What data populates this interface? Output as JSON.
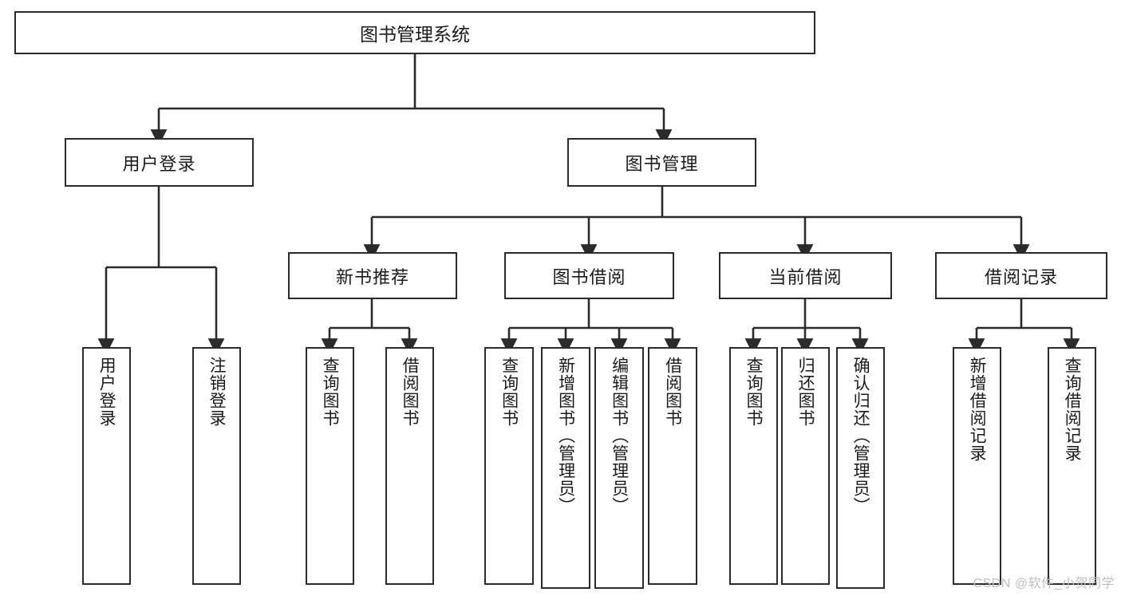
{
  "diagram": {
    "title": "图书管理系统",
    "type": "hierarchy-tree",
    "root": {
      "label": "图书管理系统"
    },
    "tier2": [
      {
        "label": "用户登录"
      },
      {
        "label": "图书管理"
      }
    ],
    "tier3": [
      {
        "label": "新书推荐"
      },
      {
        "label": "图书借阅"
      },
      {
        "label": "当前借阅"
      },
      {
        "label": "借阅记录"
      }
    ],
    "leaves": {
      "user_login": [
        {
          "label": "用户登录"
        },
        {
          "label": "注销登录"
        }
      ],
      "new_book_recommend": [
        {
          "label": "查询图书"
        },
        {
          "label": "借阅图书"
        }
      ],
      "book_borrow": [
        {
          "label": "查询图书"
        },
        {
          "label": "新增图书（管理员）"
        },
        {
          "label": "编辑图书（管理员）"
        },
        {
          "label": "借阅图书"
        }
      ],
      "current_borrow": [
        {
          "label": "查询图书"
        },
        {
          "label": "归还图书"
        },
        {
          "label": "确认归还（管理员）"
        }
      ],
      "borrow_record": [
        {
          "label": "新增借阅记录"
        },
        {
          "label": "查询借阅记录"
        }
      ]
    }
  },
  "watermark": {
    "text": "CSDN @软件_小贺同学"
  },
  "colors": {
    "stroke": "#2b2b2b",
    "text": "#1b1b1b",
    "background": "#ffffff",
    "watermark": "#bfbfbf"
  }
}
